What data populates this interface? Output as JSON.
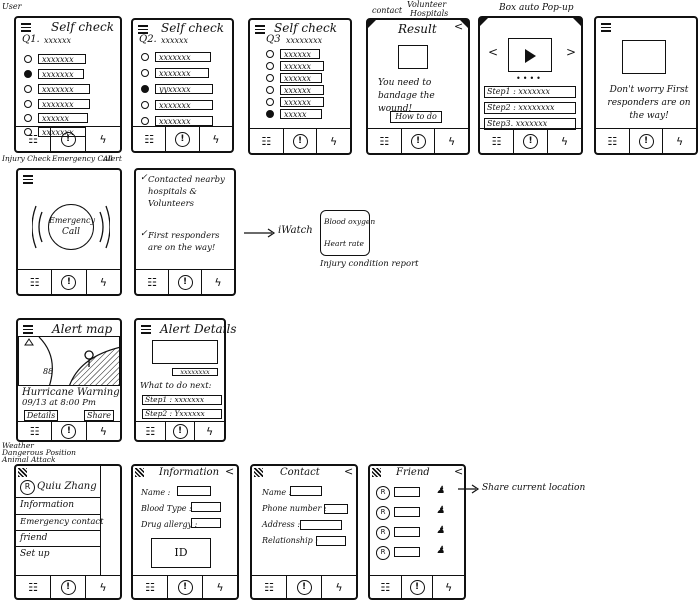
{
  "screen1": {
    "label_user": "User",
    "title": "Self check",
    "question": "Q1.",
    "question_mask": "xxxxxx",
    "options": [
      "xxxxxxx",
      "xxxxxxx",
      "xxxxxxx",
      "xxxxxxx",
      "xxxxxx",
      "xxxxxxx"
    ],
    "tab_labels": [
      "Injury Check",
      "Emergency Call",
      "Alert"
    ]
  },
  "screen2": {
    "title": "Self check",
    "question": "Q2.",
    "question_mask": "xxxxxx",
    "options": [
      "xxxxxxx",
      "xxxxxxx",
      "yyxxxxx",
      "xxxxxxx",
      "xxxxxxx"
    ]
  },
  "screen3": {
    "title": "Self check",
    "question": "Q3",
    "question_mask": "xxxxxxxx",
    "options": [
      "xxxxxx",
      "xxxxxx",
      "xxxxxx",
      "xxxxxx",
      "xxxxxx",
      "xxxxx"
    ]
  },
  "screen4": {
    "label_contact": "contact",
    "label_volunteer": "Volunteer",
    "label_hospitals": "Hospitals",
    "title": "Result",
    "message": "You need to bandage the wound!",
    "button": "How to do"
  },
  "screen5": {
    "label_box": "Box auto Pop-up",
    "prev": "<",
    "next": ">",
    "steps": [
      "Step1 : xxxxxxx",
      "Step2 : xxxxxxxx",
      "Step3. xxxxxxx"
    ]
  },
  "screen6": {
    "message": "Don't worry First responders are on the way!"
  },
  "screen7": {
    "button_line1": "Emergency",
    "button_line2": "Call"
  },
  "screen8": {
    "line1": "Contacted nearby hospitals & Volunteers",
    "line2": "First responders are on the way!",
    "arrow_label": "iWatch",
    "watch_blood": "Blood oxygen",
    "watch_heart": "Heart rate",
    "report": "Injury condition report"
  },
  "screen9": {
    "title": "Alert map",
    "map_number": "88",
    "headline": "Hurricane Warning",
    "time": "09/13 at 8:00 Pm",
    "details": "Details",
    "share": "Share",
    "note_lines": [
      "Weather",
      "Dangerous Position",
      "Animal Attack"
    ]
  },
  "screen10": {
    "title": "Alert Details",
    "mask": "xxxxxxxx",
    "what_to_do": "What to do next:",
    "steps": [
      "Step1 : xxxxxxx",
      "Step2 : Yxxxxxx"
    ]
  },
  "screen11": {
    "name": "Quiu Zhang",
    "items": [
      "Information",
      "Emergency contact",
      "friend",
      "Set up"
    ]
  },
  "screen12": {
    "title": "Information",
    "fields": [
      "Name :",
      "Blood Type :",
      "Drug allergy :"
    ],
    "id_label": "ID"
  },
  "screen13": {
    "title": "Contact",
    "fields": [
      "Name :",
      "Phone number :",
      "Address :",
      "Relationship :"
    ]
  },
  "screen14": {
    "title": "Friend",
    "share_note": "Share current location"
  },
  "toolbar": {
    "alert_icon": "!",
    "lightning_icon": "ϟ"
  }
}
